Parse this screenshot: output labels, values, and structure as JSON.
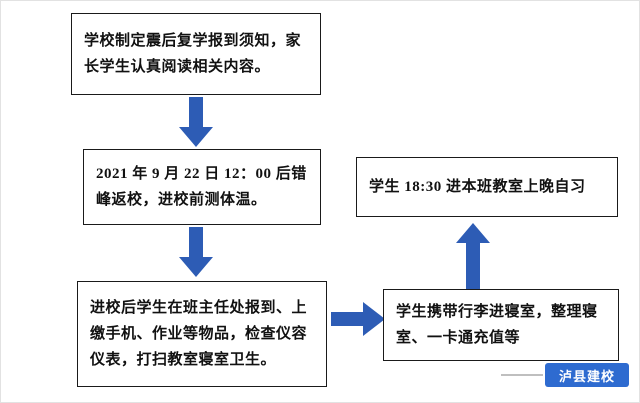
{
  "colors": {
    "arrow": "#2d5cb5",
    "box_border": "#1a1a1a",
    "watermark_bg": "#2e6bd0",
    "watermark_text": "#ffffff"
  },
  "flowchart": {
    "boxes": {
      "notice": {
        "text": "学校制定震后复学报到须知，家长学生认真阅读相关内容。"
      },
      "return": {
        "text": "2021 年 9 月 22 日 12：00 后错峰返校，进校前测体温。"
      },
      "checkin": {
        "text": "进校后学生在班主任处报到、上缴手机、作业等物品，检查仪容仪表，打扫教室寝室卫生。"
      },
      "dorm": {
        "text": "学生携带行李进寝室，整理寝室、一卡通充值等"
      },
      "evening": {
        "text": "学生 18:30 进本班教室上晚自习"
      }
    }
  },
  "watermark": {
    "label": "泸县建校"
  }
}
